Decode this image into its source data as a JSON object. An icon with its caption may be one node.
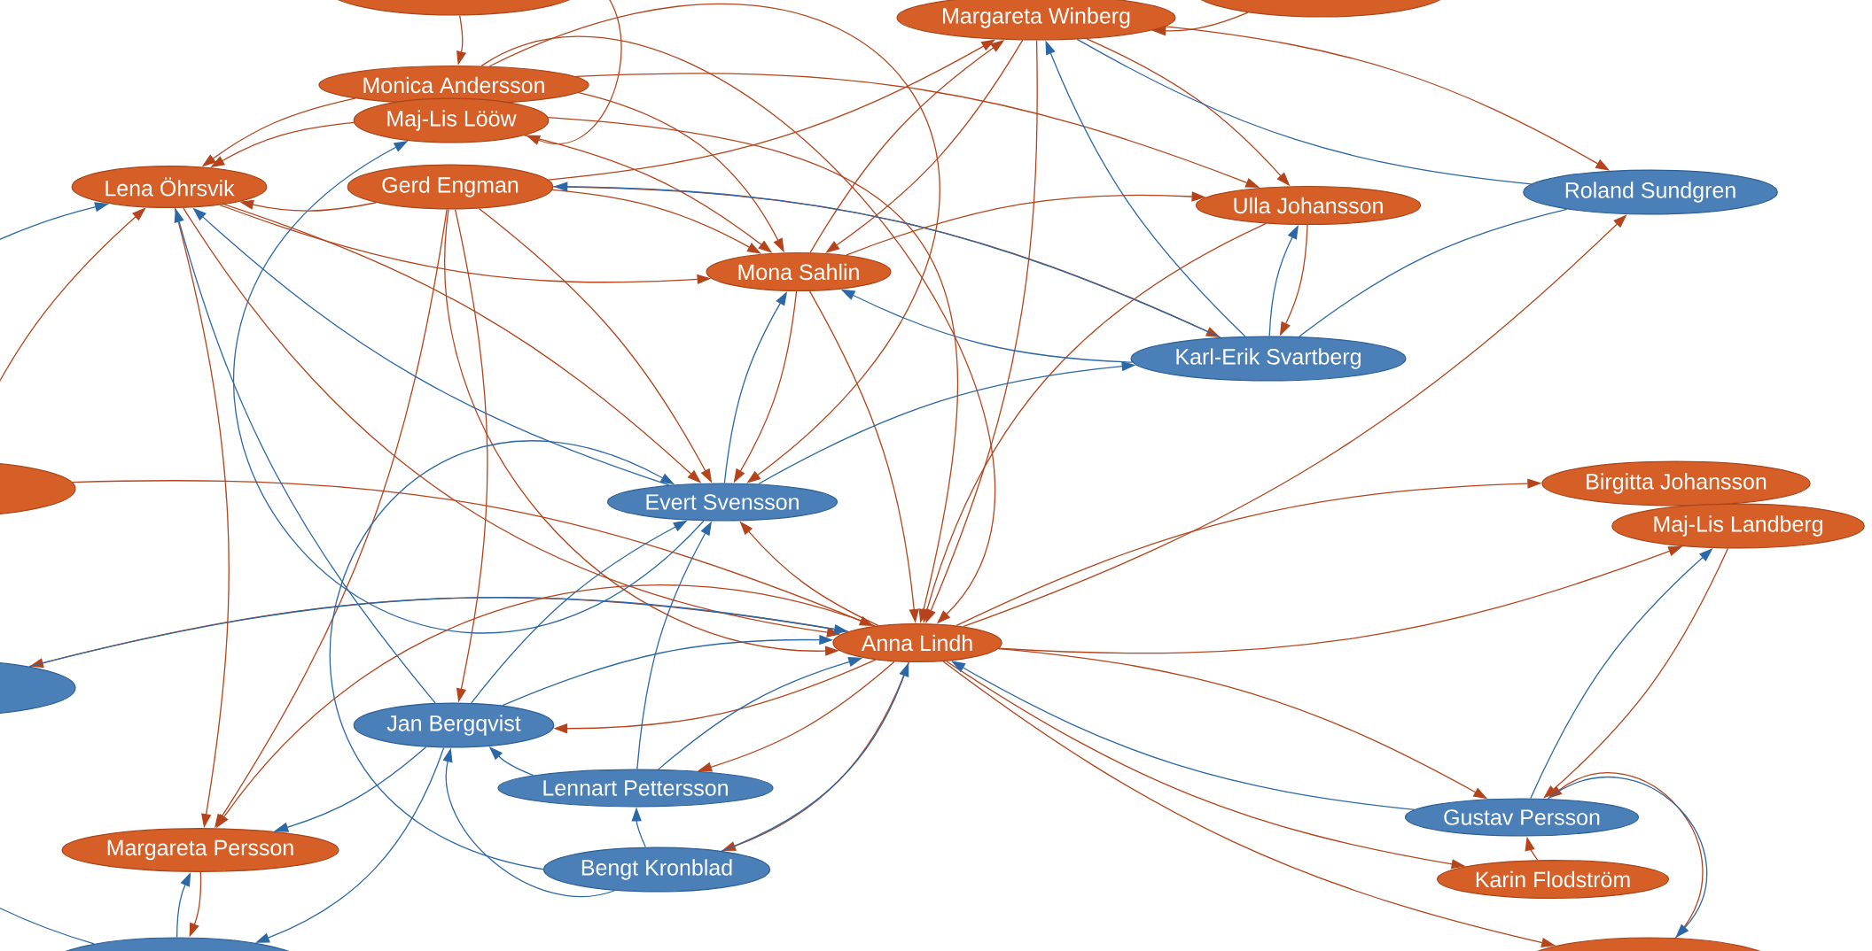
{
  "diagram": {
    "nodes": [
      {
        "text": [
          "Margareta Winberg"
        ]
      },
      {
        "text": [
          "Monica Andersson"
        ]
      },
      {
        "text": [
          "Maj-Lis Lööw"
        ]
      },
      {
        "text": [
          "Lena Öhrsvik"
        ]
      },
      {
        "text": [
          "Gerd Engman"
        ]
      },
      {
        "text": [
          "Ulla Johansson"
        ]
      },
      {
        "text": [
          "Roland Sundgren"
        ]
      },
      {
        "text": [
          "Mona Sahlin"
        ]
      },
      {
        "text": [
          "Karl-Erik Svartberg"
        ]
      },
      {
        "text": [
          "Birgitta Johansson"
        ]
      },
      {
        "text": [
          "Maj-Lis Landberg"
        ]
      },
      {
        "text": [
          "Evert Svensson"
        ]
      },
      {
        "text": [
          "Anna Lindh"
        ]
      },
      {
        "text": [
          "Jan Bergqvist"
        ]
      },
      {
        "text": [
          "Lennart Pettersson"
        ]
      },
      {
        "text": [
          "Margareta Persson"
        ]
      },
      {
        "text": [
          "Gustav Persson"
        ]
      },
      {
        "text": [
          "Bengt Kronblad"
        ]
      },
      {
        "text": [
          "Karin Flodström"
        ]
      },
      {
        "text": [],
        "shape": "ellipse"
      },
      {
        "text": [],
        "shape": "ellipse"
      },
      {
        "text": [],
        "shape": "ellipse"
      },
      {
        "text": [],
        "shape": "ellipse"
      },
      {
        "text": [],
        "shape": "ellipse"
      },
      {
        "text": [],
        "shape": "ellipse"
      }
    ],
    "edges": [
      {
        "from": 1,
        "to": 3,
        "arrow": "to"
      },
      {
        "from": 2,
        "to": 3,
        "arrow": "to"
      },
      {
        "from": 4,
        "to": 3,
        "arrow": "to"
      },
      {
        "from": 1,
        "to": 7,
        "arrow": "to"
      },
      {
        "from": 2,
        "to": 7,
        "arrow": "to"
      },
      {
        "from": 4,
        "to": 7,
        "arrow": "to"
      },
      {
        "from": 0,
        "to": 7,
        "arrow": "to"
      },
      {
        "from": 3,
        "to": 7,
        "arrow": "to"
      },
      {
        "from": 1,
        "to": 12,
        "arrow": "to"
      },
      {
        "from": 2,
        "to": 12,
        "arrow": "to"
      },
      {
        "from": 4,
        "to": 12,
        "arrow": "to"
      },
      {
        "from": 3,
        "to": 12,
        "arrow": "to"
      },
      {
        "from": 7,
        "to": 12,
        "arrow": "to"
      },
      {
        "from": 0,
        "to": 12,
        "arrow": "to"
      },
      {
        "from": 5,
        "to": 12,
        "arrow": "to"
      },
      {
        "from": 0,
        "to": 5,
        "arrow": "to"
      },
      {
        "from": 1,
        "to": 5,
        "arrow": "to"
      },
      {
        "from": 7,
        "to": 5,
        "arrow": "to"
      },
      {
        "from": 0,
        "to": 6,
        "arrow": "to"
      },
      {
        "from": 12,
        "to": 6,
        "arrow": "to"
      },
      {
        "from": 5,
        "to": 8,
        "arrow": "to"
      },
      {
        "from": 4,
        "to": 8,
        "arrow": "to"
      },
      {
        "from": 7,
        "to": 11,
        "arrow": "to"
      },
      {
        "from": 4,
        "to": 11,
        "arrow": "to"
      },
      {
        "from": 1,
        "to": 11,
        "arrow": "to"
      },
      {
        "from": 3,
        "to": 11,
        "arrow": "to"
      },
      {
        "from": 12,
        "to": 11,
        "arrow": "to"
      },
      {
        "from": 12,
        "to": 13,
        "arrow": "to"
      },
      {
        "from": 4,
        "to": 13,
        "arrow": "to"
      },
      {
        "from": 3,
        "to": 15,
        "arrow": "to"
      },
      {
        "from": 4,
        "to": 15,
        "arrow": "to"
      },
      {
        "from": 12,
        "to": 15,
        "arrow": "to"
      },
      {
        "from": 21,
        "to": 12,
        "arrow": "to"
      },
      {
        "from": 12,
        "to": 22,
        "arrow": "to"
      },
      {
        "from": 12,
        "to": 16,
        "arrow": "to"
      },
      {
        "from": 12,
        "to": 18,
        "arrow": "to"
      },
      {
        "from": 10,
        "to": 16,
        "arrow": "to"
      },
      {
        "from": 12,
        "to": 9,
        "arrow": "to"
      },
      {
        "from": 12,
        "to": 10,
        "arrow": "to"
      },
      {
        "from": 18,
        "to": 16,
        "arrow": "to"
      },
      {
        "from": 24,
        "to": 16,
        "arrow": "to"
      },
      {
        "from": 12,
        "to": 14,
        "arrow": "to"
      },
      {
        "from": 12,
        "to": 17,
        "arrow": "to"
      },
      {
        "from": 7,
        "to": 0,
        "arrow": "to"
      },
      {
        "from": 4,
        "to": 0,
        "arrow": "to"
      },
      {
        "from": 19,
        "to": 1,
        "arrow": "to"
      },
      {
        "from": 19,
        "to": 2,
        "arrow": "to"
      },
      {
        "from": 20,
        "to": 0,
        "arrow": "to"
      },
      {
        "from": 21,
        "to": 3,
        "arrow": "to"
      },
      {
        "from": 12,
        "to": 24,
        "arrow": "to"
      },
      {
        "from": 15,
        "to": 23,
        "arrow": "to"
      },
      {
        "from": 8,
        "to": 0,
        "arrow": "to",
        "color": "#2c67a6"
      },
      {
        "from": 8,
        "to": 5,
        "arrow": "to",
        "color": "#2c67a6"
      },
      {
        "from": 8,
        "to": 7,
        "arrow": "to",
        "color": "#2c67a6"
      },
      {
        "from": 11,
        "to": 7,
        "arrow": "to",
        "color": "#2c67a6"
      },
      {
        "from": 11,
        "to": 3,
        "arrow": "to",
        "color": "#2c67a6"
      },
      {
        "from": 11,
        "to": 2,
        "arrow": "to",
        "color": "#2c67a6"
      },
      {
        "from": 11,
        "to": 8,
        "arrow": "to",
        "color": "#2c67a6"
      },
      {
        "from": 13,
        "to": 11,
        "arrow": "to",
        "color": "#2c67a6"
      },
      {
        "from": 14,
        "to": 11,
        "arrow": "to",
        "color": "#2c67a6"
      },
      {
        "from": 17,
        "to": 11,
        "arrow": "to",
        "color": "#2c67a6"
      },
      {
        "from": 13,
        "to": 3,
        "arrow": "to",
        "color": "#2c67a6"
      },
      {
        "from": 23,
        "to": 3,
        "arrow": "to",
        "color": "#2c67a6"
      },
      {
        "from": 22,
        "to": 12,
        "arrow": "to",
        "color": "#2c67a6"
      },
      {
        "from": 13,
        "to": 12,
        "arrow": "to",
        "color": "#2c67a6"
      },
      {
        "from": 14,
        "to": 12,
        "arrow": "to",
        "color": "#2c67a6"
      },
      {
        "from": 17,
        "to": 12,
        "arrow": "to",
        "color": "#2c67a6"
      },
      {
        "from": 16,
        "to": 10,
        "arrow": "to",
        "color": "#2c67a6"
      },
      {
        "from": 16,
        "to": 12,
        "arrow": "to",
        "color": "#2c67a6"
      },
      {
        "from": 6,
        "to": 0,
        "arrow": "none",
        "color": "#2c67a6"
      },
      {
        "from": 8,
        "to": 6,
        "arrow": "none",
        "color": "#2c67a6"
      },
      {
        "from": 8,
        "to": 4,
        "arrow": "to",
        "color": "#2c67a6"
      },
      {
        "from": 14,
        "to": 13,
        "arrow": "to",
        "color": "#2c67a6"
      },
      {
        "from": 13,
        "to": 15,
        "arrow": "to",
        "color": "#2c67a6"
      },
      {
        "from": 17,
        "to": 14,
        "arrow": "to",
        "color": "#2c67a6"
      },
      {
        "from": 23,
        "to": 15,
        "arrow": "to",
        "color": "#2c67a6"
      },
      {
        "from": 13,
        "to": 23,
        "arrow": "to",
        "color": "#2c67a6"
      },
      {
        "from": 16,
        "to": 24,
        "arrow": "to",
        "color": "#2c67a6"
      },
      {
        "from": 17,
        "to": 13,
        "arrow": "to",
        "color": "#2c67a6"
      }
    ]
  }
}
